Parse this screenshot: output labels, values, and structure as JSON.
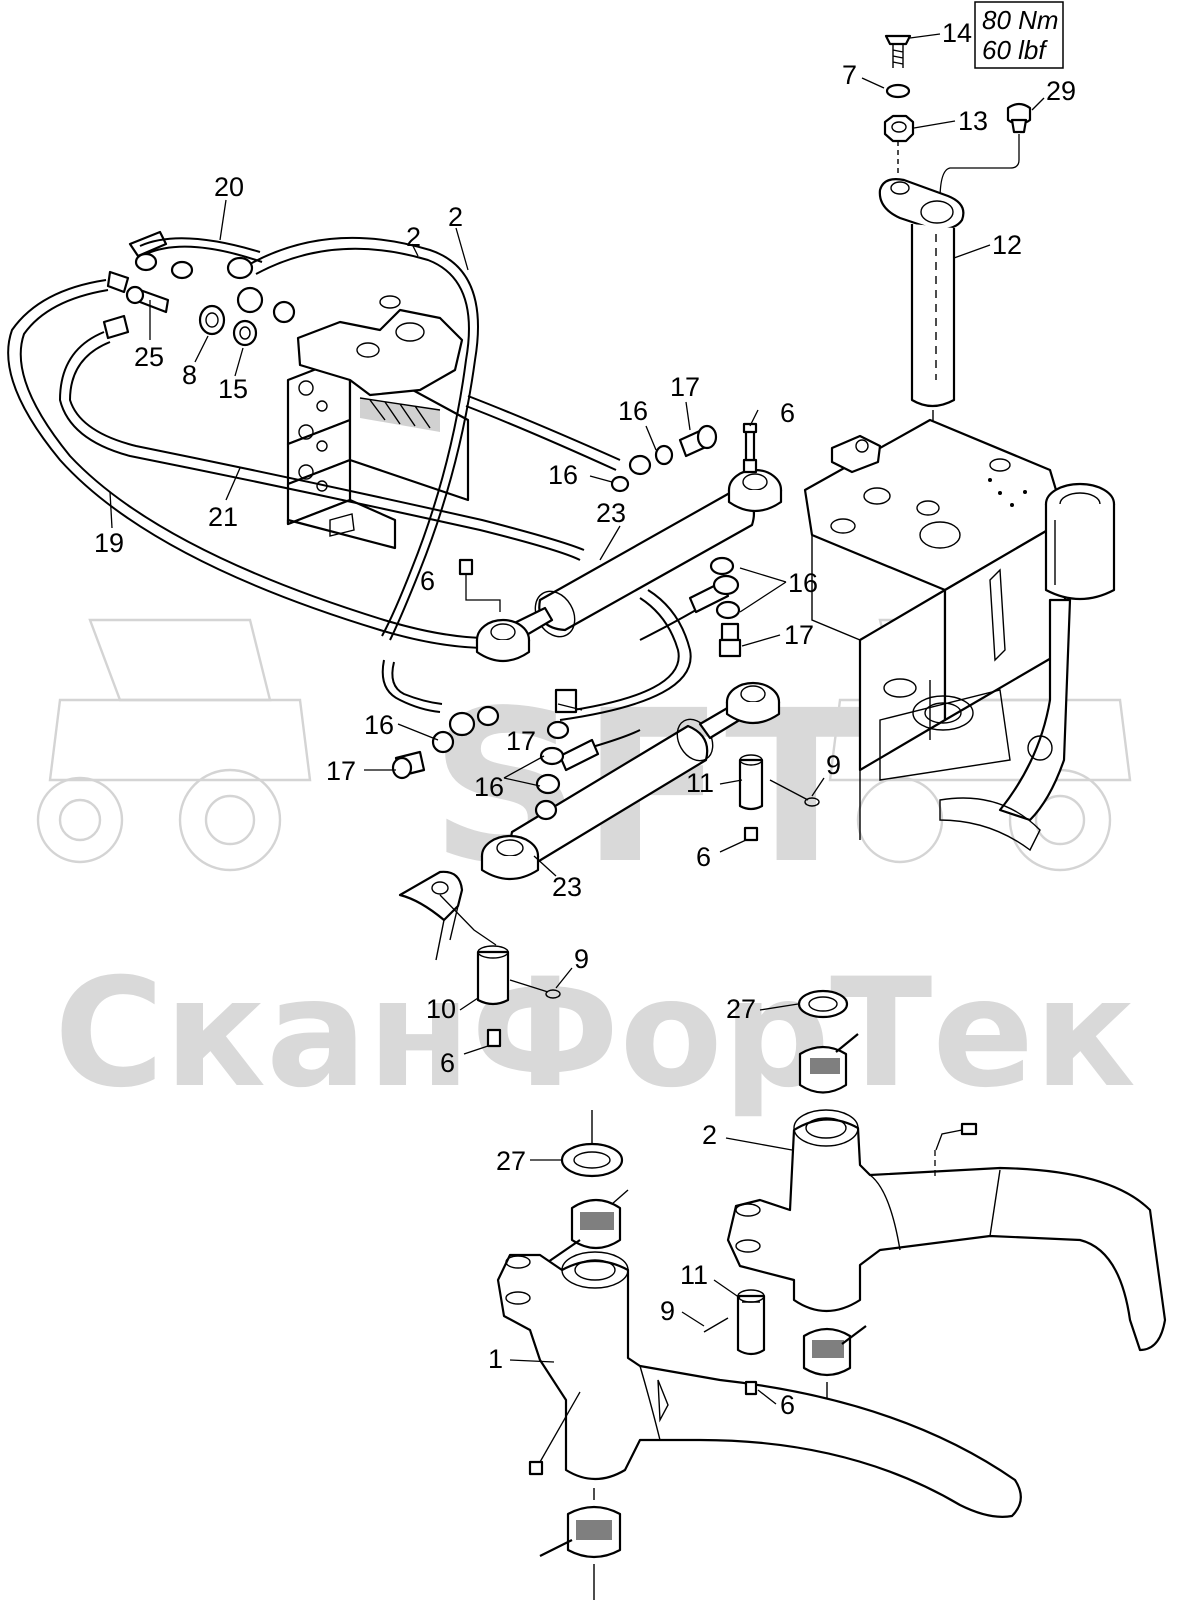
{
  "watermark": {
    "brand": "SFT",
    "company": "СканФорТек"
  },
  "torque_box": {
    "line1": "80 Nm",
    "line2": "60 lbf"
  },
  "colors": {
    "ink": "#000000",
    "watermark": "#d9d9d9"
  },
  "callouts": [
    {
      "id": "c14",
      "text": "14"
    },
    {
      "id": "c7",
      "text": "7"
    },
    {
      "id": "c29",
      "text": "29"
    },
    {
      "id": "c13",
      "text": "13"
    },
    {
      "id": "c12",
      "text": "12"
    },
    {
      "id": "c20",
      "text": "20"
    },
    {
      "id": "c2a",
      "text": "2"
    },
    {
      "id": "c2b",
      "text": "2"
    },
    {
      "id": "c25",
      "text": "25"
    },
    {
      "id": "c8",
      "text": "8"
    },
    {
      "id": "c15",
      "text": "15"
    },
    {
      "id": "c17a",
      "text": "17"
    },
    {
      "id": "c16a",
      "text": "16"
    },
    {
      "id": "c6a",
      "text": "6"
    },
    {
      "id": "c16b",
      "text": "16"
    },
    {
      "id": "c23a",
      "text": "23"
    },
    {
      "id": "c21",
      "text": "21"
    },
    {
      "id": "c19",
      "text": "19"
    },
    {
      "id": "c6b",
      "text": "6"
    },
    {
      "id": "c16c",
      "text": "16"
    },
    {
      "id": "c17b",
      "text": "17"
    },
    {
      "id": "c16d",
      "text": "16"
    },
    {
      "id": "c17c",
      "text": "17"
    },
    {
      "id": "c17d",
      "text": "17"
    },
    {
      "id": "c16e",
      "text": "16"
    },
    {
      "id": "c9a",
      "text": "9"
    },
    {
      "id": "c11a",
      "text": "11"
    },
    {
      "id": "c6c",
      "text": "6"
    },
    {
      "id": "c23b",
      "text": "23"
    },
    {
      "id": "c9b",
      "text": "9"
    },
    {
      "id": "c10",
      "text": "10"
    },
    {
      "id": "c6d",
      "text": "6"
    },
    {
      "id": "c27a",
      "text": "27"
    },
    {
      "id": "c2c",
      "text": "2"
    },
    {
      "id": "c27b",
      "text": "27"
    },
    {
      "id": "c11b",
      "text": "11"
    },
    {
      "id": "c9c",
      "text": "9"
    },
    {
      "id": "c1",
      "text": "1"
    },
    {
      "id": "c6e",
      "text": "6"
    }
  ]
}
